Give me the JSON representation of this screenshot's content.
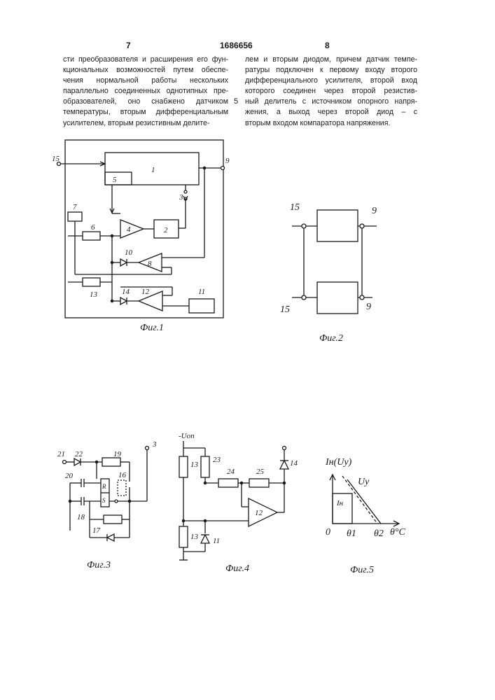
{
  "header": {
    "page_left": "7",
    "patent_no": "1686656",
    "page_right": "8"
  },
  "left_column": [
    "сти преобразователя и расширения его фун-",
    "кциональных возможностей путем обеспе-",
    "чения нормальной работы нескольких",
    "параллельно соединенных однотипных пре-",
    "образователей, оно снабжено датчиком",
    "температуры, вторым дифференциальным",
    "усилителем, вторым резистивным делите-"
  ],
  "right_column": [
    "лем и вторым диодом, причем датчик темпе-",
    "ратуры подключен к первому входу второго",
    "дифференциального усилителя, второй вход",
    "которого соединен через второй резистив-",
    "ный делитель с источником опорного напря-",
    "жения, а выход через второй диод – с",
    "вторым входом компаратора напряжения."
  ],
  "line_number": "5",
  "fig1": {
    "caption": "Фиг.1",
    "labels": [
      "15",
      "1",
      "9",
      "5",
      "3",
      "7",
      "6",
      "4",
      "2",
      "10",
      "8",
      "13",
      "14",
      "12",
      "11"
    ]
  },
  "fig2": {
    "caption": "Фиг.2",
    "labels": [
      "15",
      "9",
      "15",
      "9"
    ]
  },
  "fig3": {
    "caption": "Фиг.3",
    "labels": [
      "21",
      "22",
      "19",
      "3",
      "20",
      "16",
      "R",
      "S",
      "18",
      "17"
    ]
  },
  "fig4": {
    "caption": "Фиг.4",
    "labels": [
      "-Uоп",
      "13",
      "23",
      "24",
      "25",
      "14",
      "12",
      "13",
      "11"
    ]
  },
  "fig5": {
    "caption": "Фиг.5",
    "labels": [
      "Iн(Uу)",
      "Uу",
      "Iн",
      "0",
      "θ1",
      "θ2",
      "θ°C"
    ]
  }
}
